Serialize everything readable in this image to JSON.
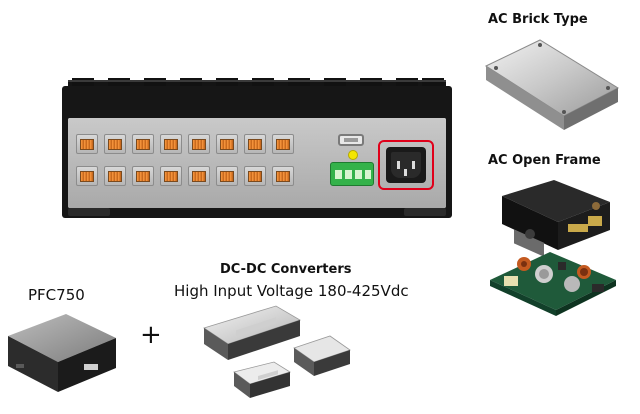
{
  "labels": {
    "ac_brick": "AC Brick Type",
    "ac_open": "AC Open Frame",
    "dcdc_title": "DC-DC Converters",
    "dcdc_voltage": "High Input Voltage 180-425Vdc",
    "pfc": "PFC750",
    "plus": "+"
  },
  "device": {
    "ethernet_port_count": 16,
    "status_led_color": "#f3e600",
    "status_panel_color": "#34b24a",
    "power_highlight_color": "#e0001a"
  }
}
